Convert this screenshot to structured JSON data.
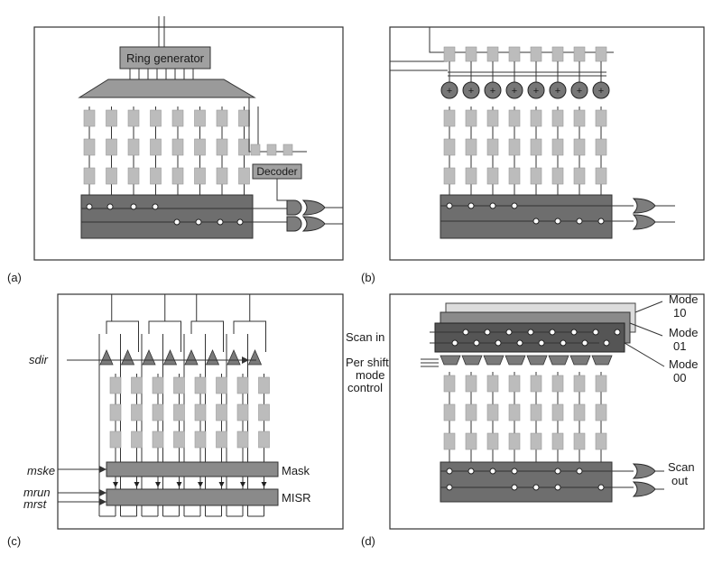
{
  "panels": {
    "a": {
      "label": "(a)",
      "ring_generator": "Ring generator",
      "decoder": "Decoder"
    },
    "b": {
      "label": "(b)",
      "xor_symbol": "+"
    },
    "c": {
      "label": "(c)",
      "sdir": "sdir",
      "mske": "mske",
      "mrun": "mrun",
      "mrst": "mrst",
      "mask": "Mask",
      "misr": "MISR"
    },
    "d": {
      "label": "(d)",
      "scan_in": "Scan in",
      "per_shift_1": "Per shift",
      "per_shift_2": "mode",
      "per_shift_3": "control",
      "mode10_a": "Mode",
      "mode10_b": "10",
      "mode01_a": "Mode",
      "mode01_b": "01",
      "mode00_a": "Mode",
      "mode00_b": "00",
      "scan_out_a": "Scan",
      "scan_out_b": "out"
    }
  },
  "colors": {
    "cell": "#bcbcbc",
    "dark_box": "#6e6e6e",
    "gate": "#7d7d7d"
  }
}
